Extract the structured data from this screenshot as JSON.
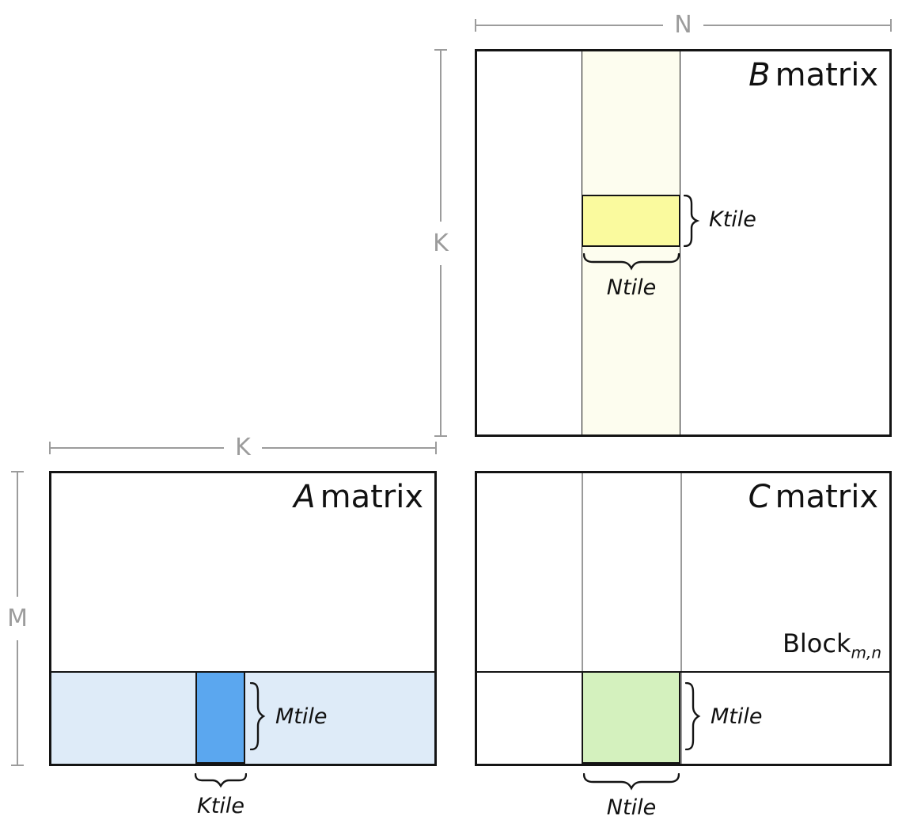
{
  "diagram": {
    "b": {
      "title_letter": "B",
      "title_word": "matrix",
      "side_brace_label": "Ktile",
      "under_brace_label": "Ntile"
    },
    "a": {
      "title_letter": "A",
      "title_word": "matrix",
      "side_brace_label": "Mtile",
      "under_brace_label": "Ktile"
    },
    "c": {
      "title_letter": "C",
      "title_word": "matrix",
      "block_word": "Block",
      "block_sub": "m,n",
      "side_brace_label": "Mtile",
      "under_brace_label": "Ntile"
    },
    "dims": {
      "n": "N",
      "k_side": "K",
      "k_top": "K",
      "m": "M"
    },
    "colors": {
      "b_strip": "#FDFDEF",
      "b_tile": "#FAFA9E",
      "a_strip": "#DEEBF8",
      "a_tile": "#5BA7EF",
      "c_tile": "#D4F1BE",
      "dimension_gray": "#9C9C9C",
      "outline": "#141414"
    }
  }
}
